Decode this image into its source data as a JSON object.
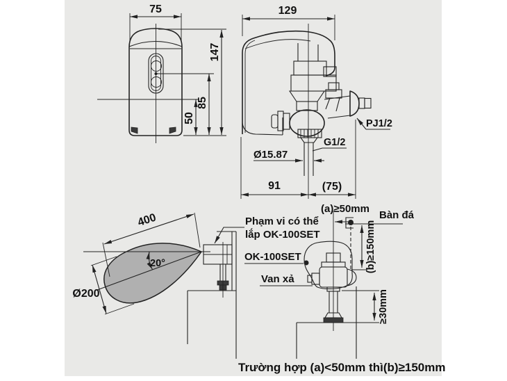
{
  "colors": {
    "panel_background": "#e9e9e7",
    "line": "#222222",
    "detection_range_fill": "#b0b0b0",
    "text": "#111111"
  },
  "front_view": {
    "width_dim": "75",
    "height_dim": "147",
    "sensor_height_dim": "85",
    "lower_dim": "50"
  },
  "side_view": {
    "width_dim": "129",
    "wall_thread_label": "PJ1/2",
    "outlet_thread_label": "G1/2",
    "pipe_diameter_dim": "Ø15.87",
    "depth_dim": "91",
    "wall_offset_dim": "(75)"
  },
  "range_view": {
    "distance_dim": "400",
    "angle_dim": "20°",
    "diameter_dim": "Ø200"
  },
  "install_view": {
    "range_label_line1": "Phạm vi có thể",
    "range_label_line2": "lắp OK-100SET",
    "product_label": "OK-100SET",
    "valve_label": "Van xả",
    "a_dim": "(a)≥50mm",
    "counter_label": "Bàn đá",
    "b_dim": "(b)≥150mm",
    "clearance_dim": "≥30mm"
  },
  "note": {
    "text": "Trường hợp (a)<50mm thì(b)≥150mm"
  }
}
